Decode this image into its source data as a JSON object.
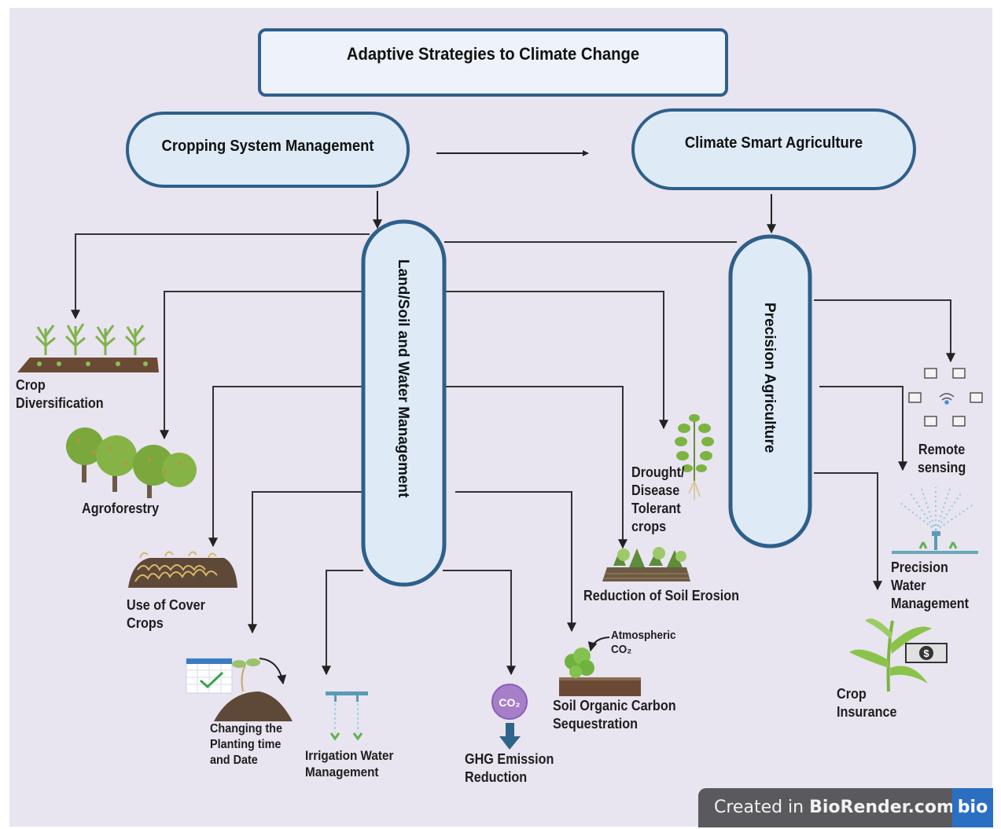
{
  "title": "Adaptive Strategies to Climate Change",
  "nodes": {
    "cropping": "Cropping System Management",
    "csa": "Climate Smart Agriculture",
    "land": "Land/Soil and Water Management",
    "precision": "Precision Agriculture"
  },
  "outcomes": {
    "crop_div": [
      "Crop",
      "Diversification"
    ],
    "agroforestry": [
      "Agroforestry"
    ],
    "cover_crops": [
      "Use of Cover",
      "Crops"
    ],
    "planting": [
      "Changing the",
      "Planting time",
      "and Date"
    ],
    "irrigation": [
      "Irrigation Water",
      "Management"
    ],
    "ghg": [
      "GHG Emission",
      "Reduction"
    ],
    "soc": [
      "Soil Organic Carbon",
      "Sequestration"
    ],
    "atmospheric": [
      "Atmospheric",
      "CO₂"
    ],
    "erosion": [
      "Reduction of Soil Erosion"
    ],
    "drought": [
      "Drought/",
      "Disease",
      "Tolerant",
      "crops"
    ],
    "remote": [
      "Remote",
      "sensing"
    ],
    "precision_water": [
      "Precision",
      "Water",
      "Management"
    ],
    "insurance": [
      "Crop",
      "Insurance"
    ]
  },
  "co2_badge": "CO₂",
  "dollar_symbol": "$",
  "badge": {
    "prefix": "Created in ",
    "brand": "BioRender.com",
    "logo": "bio"
  },
  "colors": {
    "node_fill": "#deebf7",
    "node_stroke": "#2e5f8a",
    "canvas": "#e8e4f0",
    "line": "#333333"
  }
}
